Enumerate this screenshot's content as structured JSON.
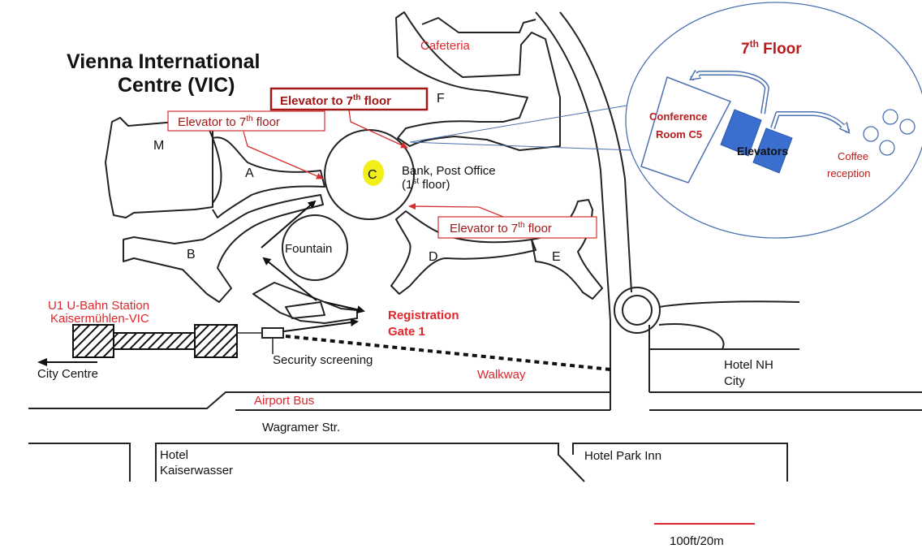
{
  "title": {
    "line1": "Vienna International",
    "line2": "Centre (VIC)"
  },
  "buildings": {
    "a": "A",
    "b": "B",
    "c": "C",
    "d": "D",
    "e": "E",
    "f": "F",
    "m": "M"
  },
  "places": {
    "cafeteria": "Cafeteria",
    "bank_line1": "Bank, Post Office",
    "bank_line2_pre": "(1",
    "bank_line2_sup": "st",
    "bank_line2_post": " floor)",
    "fountain": "Fountain",
    "registration_line1": "Registration",
    "registration_line2": "Gate 1",
    "ubahn_line1": "U1 U-Bahn Station",
    "ubahn_line2": "Kaisermühlen-VIC",
    "city_centre": "City Centre",
    "security": "Security screening",
    "walkway": "Walkway",
    "airport_bus": "Airport Bus",
    "wagramer": "Wagramer Str.",
    "hotel_nh_line1": "Hotel NH",
    "hotel_nh_line2": "City",
    "hotel_kaiser_line1": "Hotel",
    "hotel_kaiser_line2": "Kaiserwasser",
    "hotel_park": "Hotel Park Inn"
  },
  "elevator_callouts": {
    "top_pre": "Elevator to 7",
    "top_sup": "th",
    "top_post": " floor",
    "left_pre": "Elevator to 7",
    "left_sup": "th",
    "left_post": " floor",
    "right_pre": "Elevator to 7",
    "right_sup": "th",
    "right_post": " floor"
  },
  "inset": {
    "title_pre": "7",
    "title_sup": "th",
    "title_post": " Floor",
    "conference_line1": "Conference",
    "conference_line2": "Room C5",
    "elevators": "Elevators",
    "coffee_line1": "Coffee",
    "coffee_line2": "reception"
  },
  "scale": {
    "label": "100ft/20m"
  },
  "colors": {
    "red_label": "#e0262b",
    "dark_red": "#a01818",
    "line": "#222222",
    "elevator_blue": "#3a6fcf",
    "inset_arrow": "#4a72b0",
    "highlight": "#f2ee1a"
  }
}
